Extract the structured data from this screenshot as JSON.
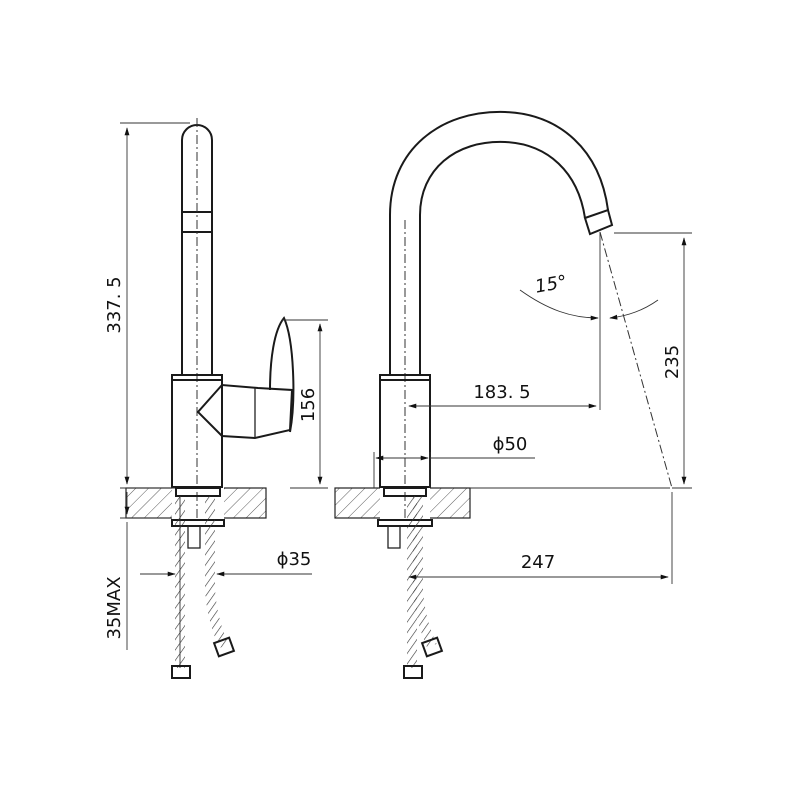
{
  "dimensions": {
    "total_height": "337. 5",
    "handle_height": "156",
    "base_to_mount": "35MAX",
    "hole_diameter": "ϕ35",
    "spout_reach": "183. 5",
    "body_diameter": "ϕ50",
    "spout_height": "235",
    "overall_reach": "247",
    "spray_angle": "15°"
  },
  "colors": {
    "line": "#222222",
    "background": "#ffffff"
  }
}
